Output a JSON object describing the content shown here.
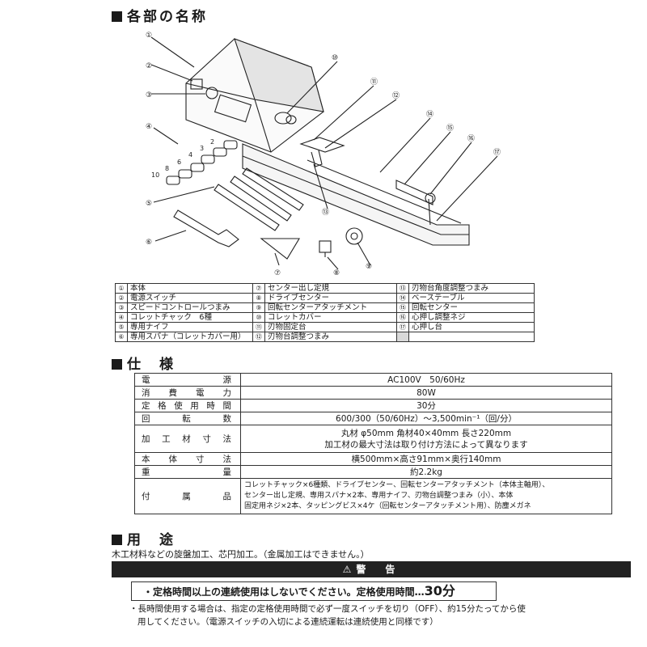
{
  "sections": {
    "parts_title": "各部の名称",
    "spec_title": "仕　様",
    "usage_title": "用　途"
  },
  "parts": [
    {
      "num": "①",
      "label": "本体"
    },
    {
      "num": "②",
      "label": "電源スイッチ"
    },
    {
      "num": "③",
      "label": "スピードコントロールつまみ"
    },
    {
      "num": "④",
      "label": "コレットチャック　6種"
    },
    {
      "num": "⑤",
      "label": "専用ナイフ"
    },
    {
      "num": "⑥",
      "label": "専用スパナ（コレットカバー用）"
    },
    {
      "num": "⑦",
      "label": "センター出し定規"
    },
    {
      "num": "⑧",
      "label": "ドライブセンター"
    },
    {
      "num": "⑨",
      "label": "回転センターアタッチメント"
    },
    {
      "num": "⑩",
      "label": "コレットカバー"
    },
    {
      "num": "⑪",
      "label": "刃物固定台"
    },
    {
      "num": "⑫",
      "label": "刃物台調整つまみ"
    },
    {
      "num": "⑬",
      "label": "刃物台角度調整つまみ"
    },
    {
      "num": "⑭",
      "label": "ベーステーブル"
    },
    {
      "num": "⑮",
      "label": "回転センター"
    },
    {
      "num": "⑯",
      "label": "心押し調整ネジ"
    },
    {
      "num": "⑰",
      "label": "心押し台"
    }
  ],
  "diagram_labels": {
    "c1": "①",
    "c2": "②",
    "c3": "③",
    "c4": "④",
    "c5": "⑤",
    "c6": "⑥",
    "c7": "⑦",
    "c8": "⑧",
    "c9": "⑨",
    "c10": "⑩",
    "c11": "⑪",
    "c12": "⑫",
    "c13": "⑬",
    "c14": "⑭",
    "c15": "⑮",
    "c16": "⑯",
    "c17": "⑰",
    "s2": "2",
    "s3": "3",
    "s4": "4",
    "s6": "6",
    "s8": "8",
    "s10": "10"
  },
  "spec": [
    {
      "key": "電源",
      "value": "AC100V　50/60Hz"
    },
    {
      "key": "消費電力",
      "value": "80W"
    },
    {
      "key": "定格使用時間",
      "value": "30分"
    },
    {
      "key": "回転数",
      "value": "600/300（50/60Hz）～3,500min⁻¹（回/分）"
    },
    {
      "key": "加工材寸法",
      "value1": "丸材 φ50mm 角材40×40mm 長さ220mm",
      "value2": "加工材の最大寸法は取り付け方法によって異なります"
    },
    {
      "key": "本体寸法",
      "value": "横500mm×高さ91mm×奥行140mm"
    },
    {
      "key": "重量",
      "value": "約2.2kg"
    },
    {
      "key": "付属品",
      "line1": "コレットチャック×6種類、ドライブセンター、回転センターアタッチメント（本体主軸用）、",
      "line2": "センター出し定規、専用スパナ×2本、専用ナイフ、刃物台調整つまみ（小）、本体",
      "line3": "固定用ネジ×2本、タッピングビス×4ケ（回転センターアタッチメント用）、防塵メガネ"
    }
  ],
  "usage": "木工材料などの旋盤加工、芯円加工。（金属加工はできません。）",
  "warning": {
    "title": "警　告",
    "box_text": "・定格時間以上の連続使用はしないでください。定格使用時間…",
    "box_big": "30分",
    "note1": "・長時間使用する場合は、指定の定格使用時間で必ず一度スイッチを切り（OFF）、約15分たってから使",
    "note2": "用してください。（電源スイッチの入切による連続運転は連続使用と同様です）"
  }
}
